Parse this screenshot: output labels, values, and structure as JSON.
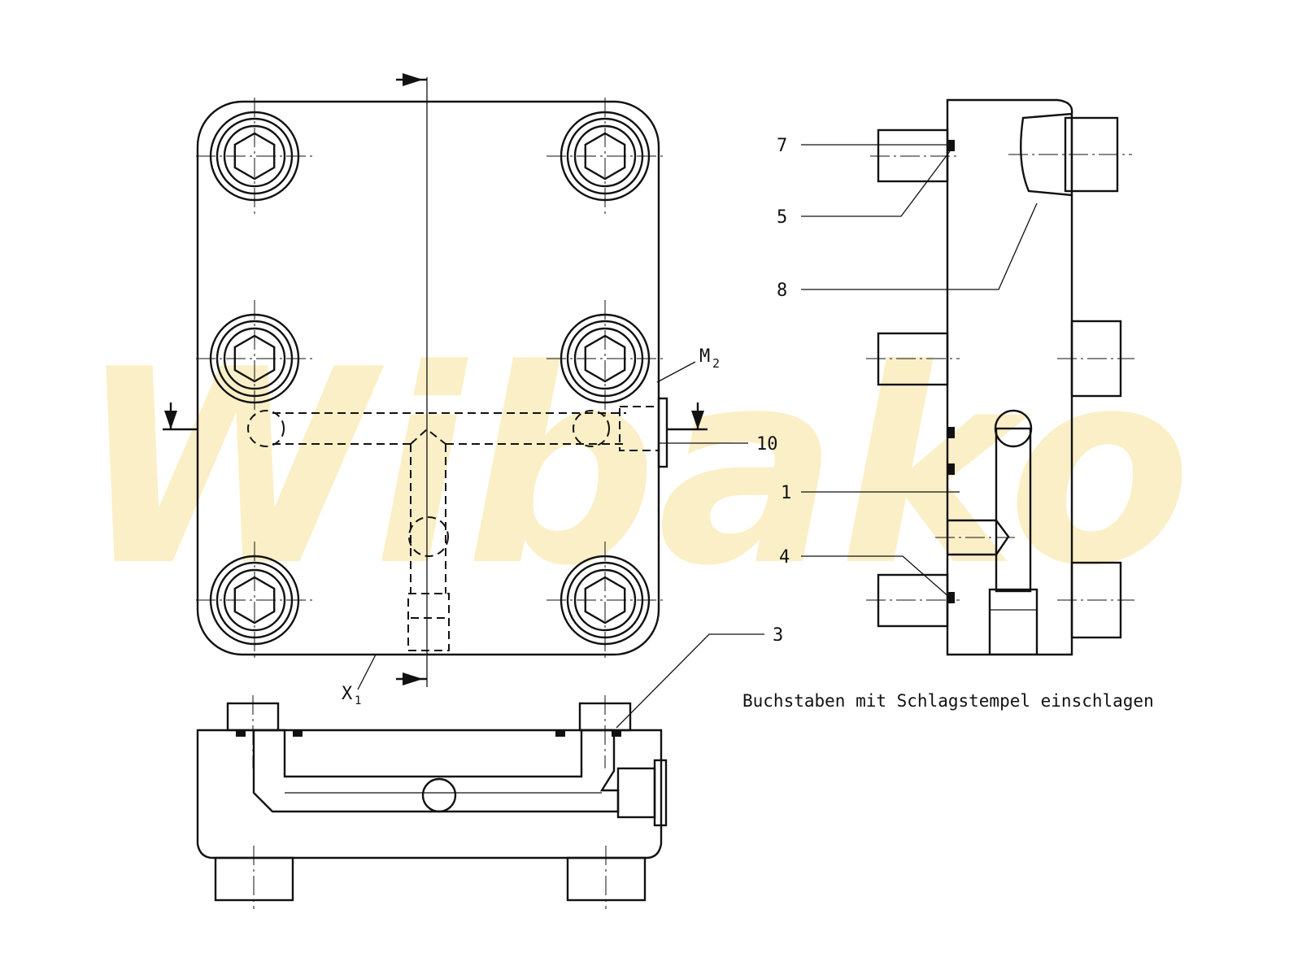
{
  "watermark": {
    "text": "Wibako",
    "color": "#f3c93a"
  },
  "labels": {
    "n7": "7",
    "n5": "5",
    "n8": "8",
    "n10": "10",
    "n1": "1",
    "n4": "4",
    "n3": "3",
    "m2": "M",
    "m2_sub": "2",
    "x1": "X",
    "x1_sub": "1"
  },
  "note": "Buchstaben mit Schlagstempel einschlagen"
}
